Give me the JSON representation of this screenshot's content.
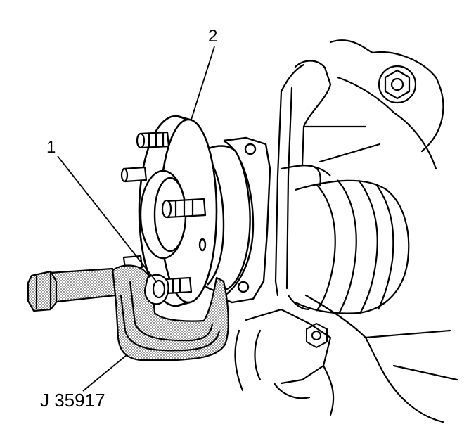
{
  "callouts": {
    "label_1": "1",
    "label_2": "2",
    "tool_label": "J 35917"
  },
  "colors": {
    "ink": "#000000",
    "paper": "#ffffff",
    "tool_shading": "#c8c8c8"
  }
}
